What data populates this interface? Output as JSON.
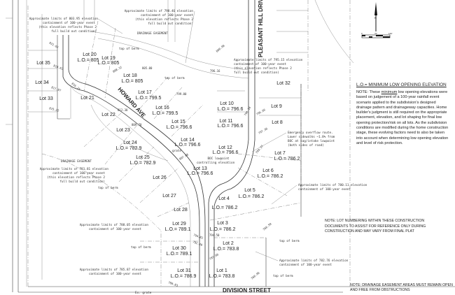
{
  "streets": {
    "howard": "HOWARD AVE",
    "pleasant_hill": "PLEASANT HILL DRIVE",
    "division": "DIVISION STREET"
  },
  "lots": [
    {
      "name": "Lot 20",
      "lo": "L.O.= 805"
    },
    {
      "name": "Lot 19",
      "lo": "L.O.= 805"
    },
    {
      "name": "Lot 35"
    },
    {
      "name": "Lot 34"
    },
    {
      "name": "Lot 33"
    },
    {
      "name": "Lot 21"
    },
    {
      "name": "Lot 18",
      "lo": "L.O.= 805"
    },
    {
      "name": "Lot 17",
      "lo": "L.O.= 799.5"
    },
    {
      "name": "Lot 16",
      "lo": "L.O.= 799.5"
    },
    {
      "name": "Lot 15",
      "lo": "L.O.= 796.6"
    },
    {
      "name": "Lot 22"
    },
    {
      "name": "Lot 23"
    },
    {
      "name": "Lot 14",
      "lo": "L.O.= 796.6"
    },
    {
      "name": "Lot 24",
      "lo": "L.O.= 782.9"
    },
    {
      "name": "Lot 25",
      "lo": "L.O.= 782.9"
    },
    {
      "name": "Lot 12",
      "lo": "L.O.= 796.6"
    },
    {
      "name": "Lot 13",
      "lo": "L.O.= 796.6"
    },
    {
      "name": "Lot 26"
    },
    {
      "name": "Lot 27"
    },
    {
      "name": "Lot 28"
    },
    {
      "name": "Lot 29",
      "lo": "L.O.= 789.1"
    },
    {
      "name": "Lot 30",
      "lo": "L.O.= 789.1"
    },
    {
      "name": "Lot 31",
      "lo": "L.O.= 786.9"
    },
    {
      "name": "Lot 10",
      "lo": "L.O.= 796.6"
    },
    {
      "name": "Lot 11",
      "lo": "L.O.= 796.6"
    },
    {
      "name": "Lot 32"
    },
    {
      "name": "Lot 9"
    },
    {
      "name": "Lot 8"
    },
    {
      "name": "Lot 7",
      "lo": "L.O.= 786.2"
    },
    {
      "name": "Lot 6",
      "lo": "L.O.= 786.2"
    },
    {
      "name": "Lot 5",
      "lo": "L.O.= 786.2"
    },
    {
      "name": "Lot 4",
      "lo": "L.O.= 786.2"
    },
    {
      "name": "Lot 3",
      "lo": "L.O.= 786.2"
    },
    {
      "name": "Lot 2",
      "lo": "L.O.= 783.8"
    },
    {
      "name": "Lot 1",
      "lo": "L.O.= 783.8"
    }
  ],
  "annotations": {
    "a80395": [
      "Approximate limits of 803.95 elevation",
      "containment of 100-year event",
      "(this elevation reflects Phase 2",
      "full build out condition)"
    ],
    "a79846": [
      "Approximate limits of 798.46 elevation",
      "containment of 100-year event",
      "(this elevation reflects Phase 2",
      "full build out condition)"
    ],
    "a79515": [
      "Approximate limits of 795.15 elevation",
      "containment of 100-year event",
      "(this elevation reflects Phase 2",
      "full build out condition)"
    ],
    "a78181": [
      "Approximate limits of 781.81 elevation",
      "containment of 100-year event",
      "(this elevation reflects Phase 2",
      "full build out condition)"
    ],
    "a78805": [
      "Approximate limits of 788.05 elevation",
      "containment of 100-year event"
    ],
    "a78587": [
      "Approximate limits of 785.87 elevation",
      "containment of 100-year event"
    ],
    "a78011": [
      "Approximate limits of 780.11 elevation",
      "containment of 100-year event"
    ],
    "a78276": [
      "Approximate limits of 782.76 elevation",
      "containment of 100-year event"
    ],
    "emergency": [
      "Emergency overflow route.",
      "Lower sidewalks ~1.8% from",
      "BOC at sag/intake lowpoint",
      "(both sides of road)"
    ],
    "boc": [
      "BOC lowpoint",
      "controlling elevation"
    ],
    "drainage_easement": "DRAINAGE EASEMENT",
    "top_of_berm": "top of berm",
    "grate": "grate",
    "ex_grate": "Ex. grate"
  },
  "elevations": [
    "821.62",
    "818.62",
    "817.97",
    "812.38",
    "815.22",
    "816.25",
    "808.12",
    "809.70",
    "805.00",
    "799.00",
    "807.08",
    "800.98",
    "796.16",
    "799.37",
    "797.30",
    "798.18",
    "796.66",
    "794.50",
    "792.40",
    "794.82",
    "787.60",
    "780.83",
    "780.96",
    "786.50"
  ],
  "north": {
    "label": "N",
    "scale": [
      "0",
      "70'",
      "140'"
    ]
  },
  "notes": {
    "lo_title": "L.O.= MINIMUM LOW OPENING ELEVATION",
    "lo_p1": "NOTE: These ",
    "lo_min": "minimum",
    "lo_p2": " low opening elevations were based on judgement of a 100-year rainfall event scenario applied to the subdivision's designed drainage pattern and drainageway capacities. Home builder's judgment is still required on the appropriate placement, elevation, and lot shaping for final low opening protection/risk on all lots. As the subdivision conditions are modified during the home construction stage, these evolving factors need to also be taken into account when determining low opening elevation and level of risk protection.",
    "lot_numbering": "NOTE: LOT NUMBERING WITHIN THESE CONSTRUCTION DOCUMENTS TO ASSIST FOR REFERENCE ONLY DURING CONSTRUCTION AND MAY VARY FROM FINAL PLAT",
    "drainage": "NOTE: DRAINAGE EASEMENT AREAS MUST REMAIN OPEN AND FREE FROM OBSTRUCTIONS"
  }
}
